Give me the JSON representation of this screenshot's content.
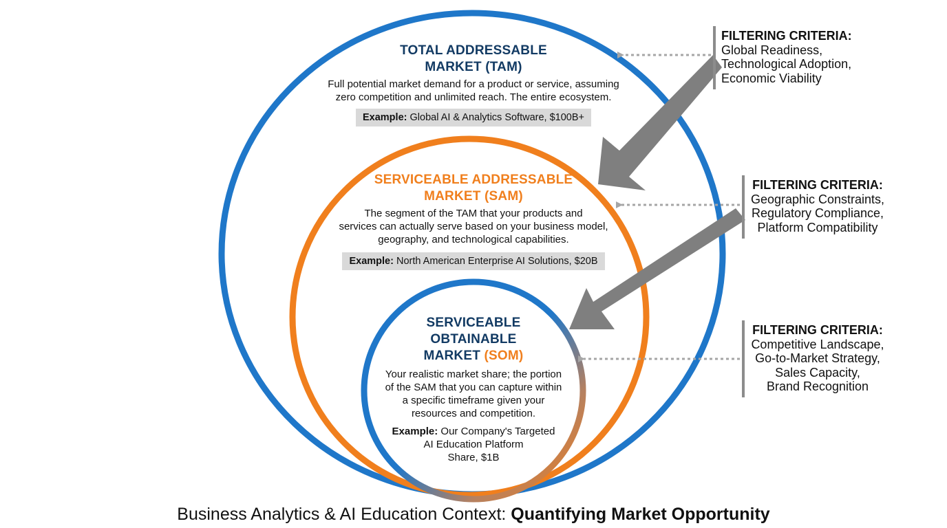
{
  "tam": {
    "title_line1": "TOTAL ADDRESSABLE",
    "title_line2": "MARKET (TAM)",
    "description": [
      "Full potential market demand for a product or service, assuming",
      "zero competition and unlimited reach. The entire ecosystem."
    ],
    "example_label": "Example:",
    "example_text": "Global AI & Analytics Software, $100B+"
  },
  "sam": {
    "title_line1": "SERVICEABLE ADDRESSABLE",
    "title_line2": "MARKET (SAM)",
    "description": [
      "The segment of the TAM that your products and",
      "services can actually serve based on your business model,",
      "geography, and technological capabilities."
    ],
    "example_label": "Example:",
    "example_text": "North American Enterprise AI Solutions, $20B"
  },
  "som": {
    "title_line1": "SERVICEABLE",
    "title_line2": "OBTAINABLE",
    "title_line3a": "MARKET",
    "title_line3b": "(SOM)",
    "description": [
      "Your realistic market share; the portion",
      "of the SAM that you can capture within",
      "a specific timeframe given your",
      "resources and competition."
    ],
    "example_label": "Example:",
    "example_lines": [
      "Our Company's Targeted",
      "AI Education Platform",
      "Share, $1B"
    ]
  },
  "criteria": [
    {
      "heading": "FILTERING CRITERIA:",
      "items": [
        "Global Readiness,",
        "Technological Adoption,",
        "Economic Viability"
      ]
    },
    {
      "heading": "FILTERING CRITERIA:",
      "items": [
        "Geographic Constraints,",
        "Regulatory Compliance,",
        "Platform Compatibility"
      ]
    },
    {
      "heading": "FILTERING CRITERIA:",
      "items": [
        "Competitive Landscape,",
        "Go-to-Market Strategy,",
        "Sales Capacity,",
        "Brand Recognition"
      ]
    }
  ],
  "footer": {
    "normal": "Business Analytics & AI Education Context: ",
    "bold": "Quantifying Market Opportunity"
  },
  "colors": {
    "tam_blue": "#1f77c9",
    "sam_orange": "#f07f1d",
    "navy_text": "#123a63",
    "orange_text": "#f07f1d",
    "arrow_gray": "#7f7f7f"
  }
}
